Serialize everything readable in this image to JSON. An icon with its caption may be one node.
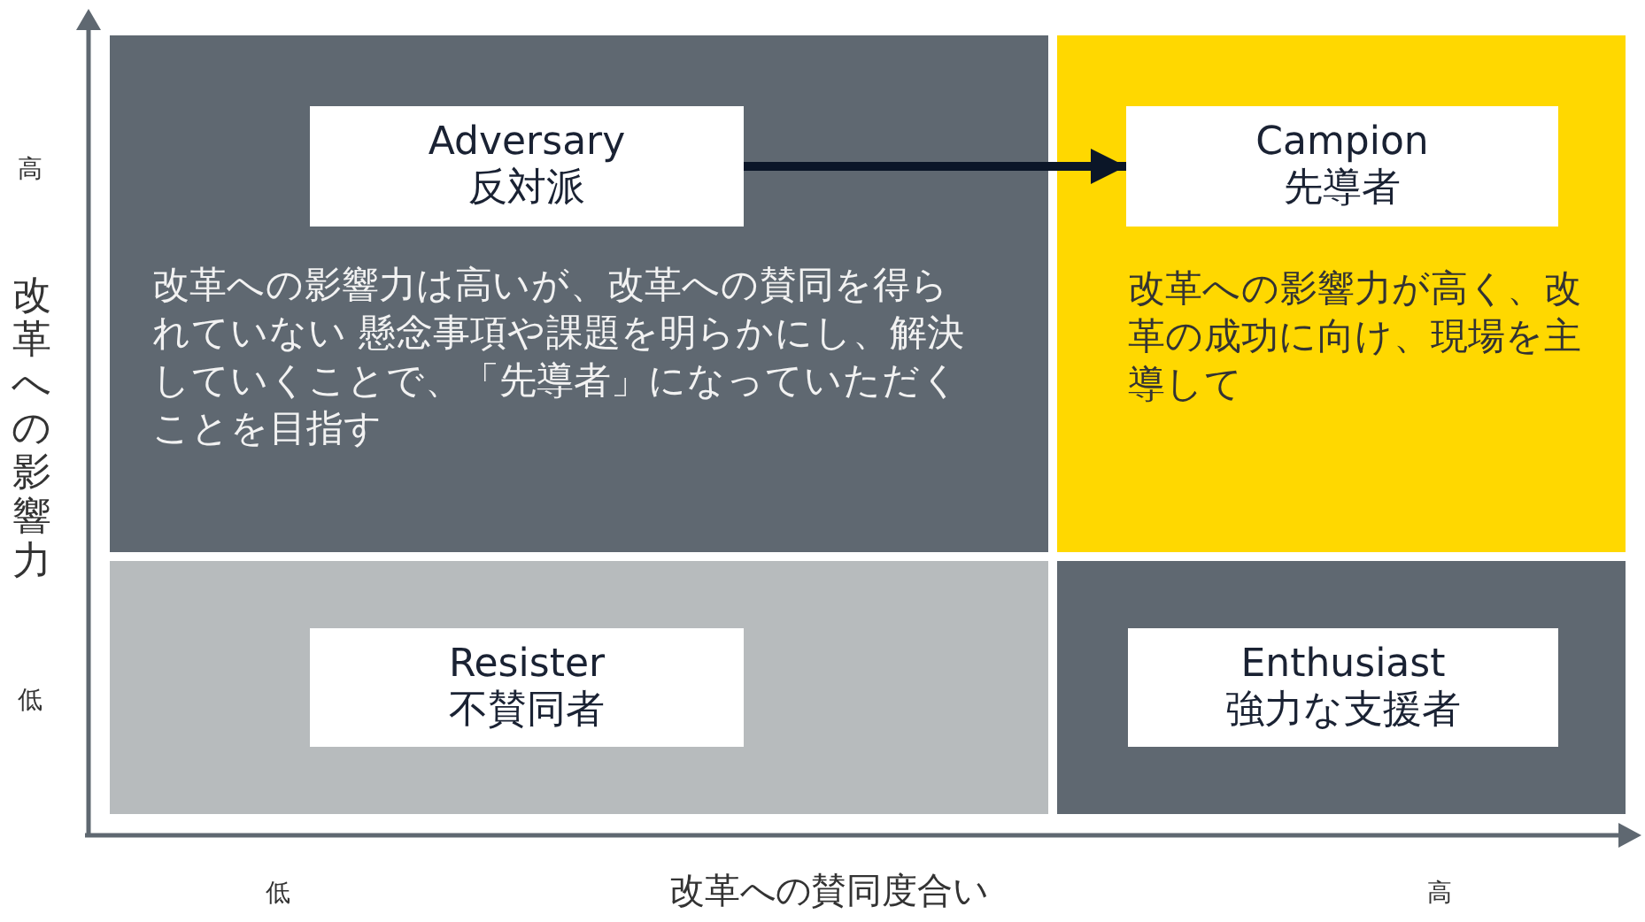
{
  "diagram": {
    "nodes": [
      {
        "text": [
          "改革への影響力は高いが、改革への賛同を得られていない 懸念事項や課題を明らかにし、解決していくことで、「先導者」になっていただくことを目指す"
        ]
      },
      {
        "text": [
          "Adversary",
          "反対派"
        ],
        "in": 0
      },
      {
        "text": [
          "改革への影響力が高く、改革の成功に向け、現場を主導して"
        ]
      },
      {
        "text": [
          "Campion",
          "先導者"
        ],
        "in": 2
      },
      {
        "text": [],
        "shape": "box"
      },
      {
        "text": [
          "Resister",
          "不賛同者"
        ],
        "in": 4
      },
      {
        "text": [],
        "shape": "box"
      },
      {
        "text": [
          "Enthusiast",
          "強力な支援者"
        ],
        "in": 6
      }
    ],
    "edges": [
      {
        "from": 1,
        "to": 3,
        "arrow": "to"
      }
    ],
    "labels": [
      "高",
      "改革への影響力",
      "低",
      "低",
      "改革への賛同度合い",
      "高"
    ]
  }
}
